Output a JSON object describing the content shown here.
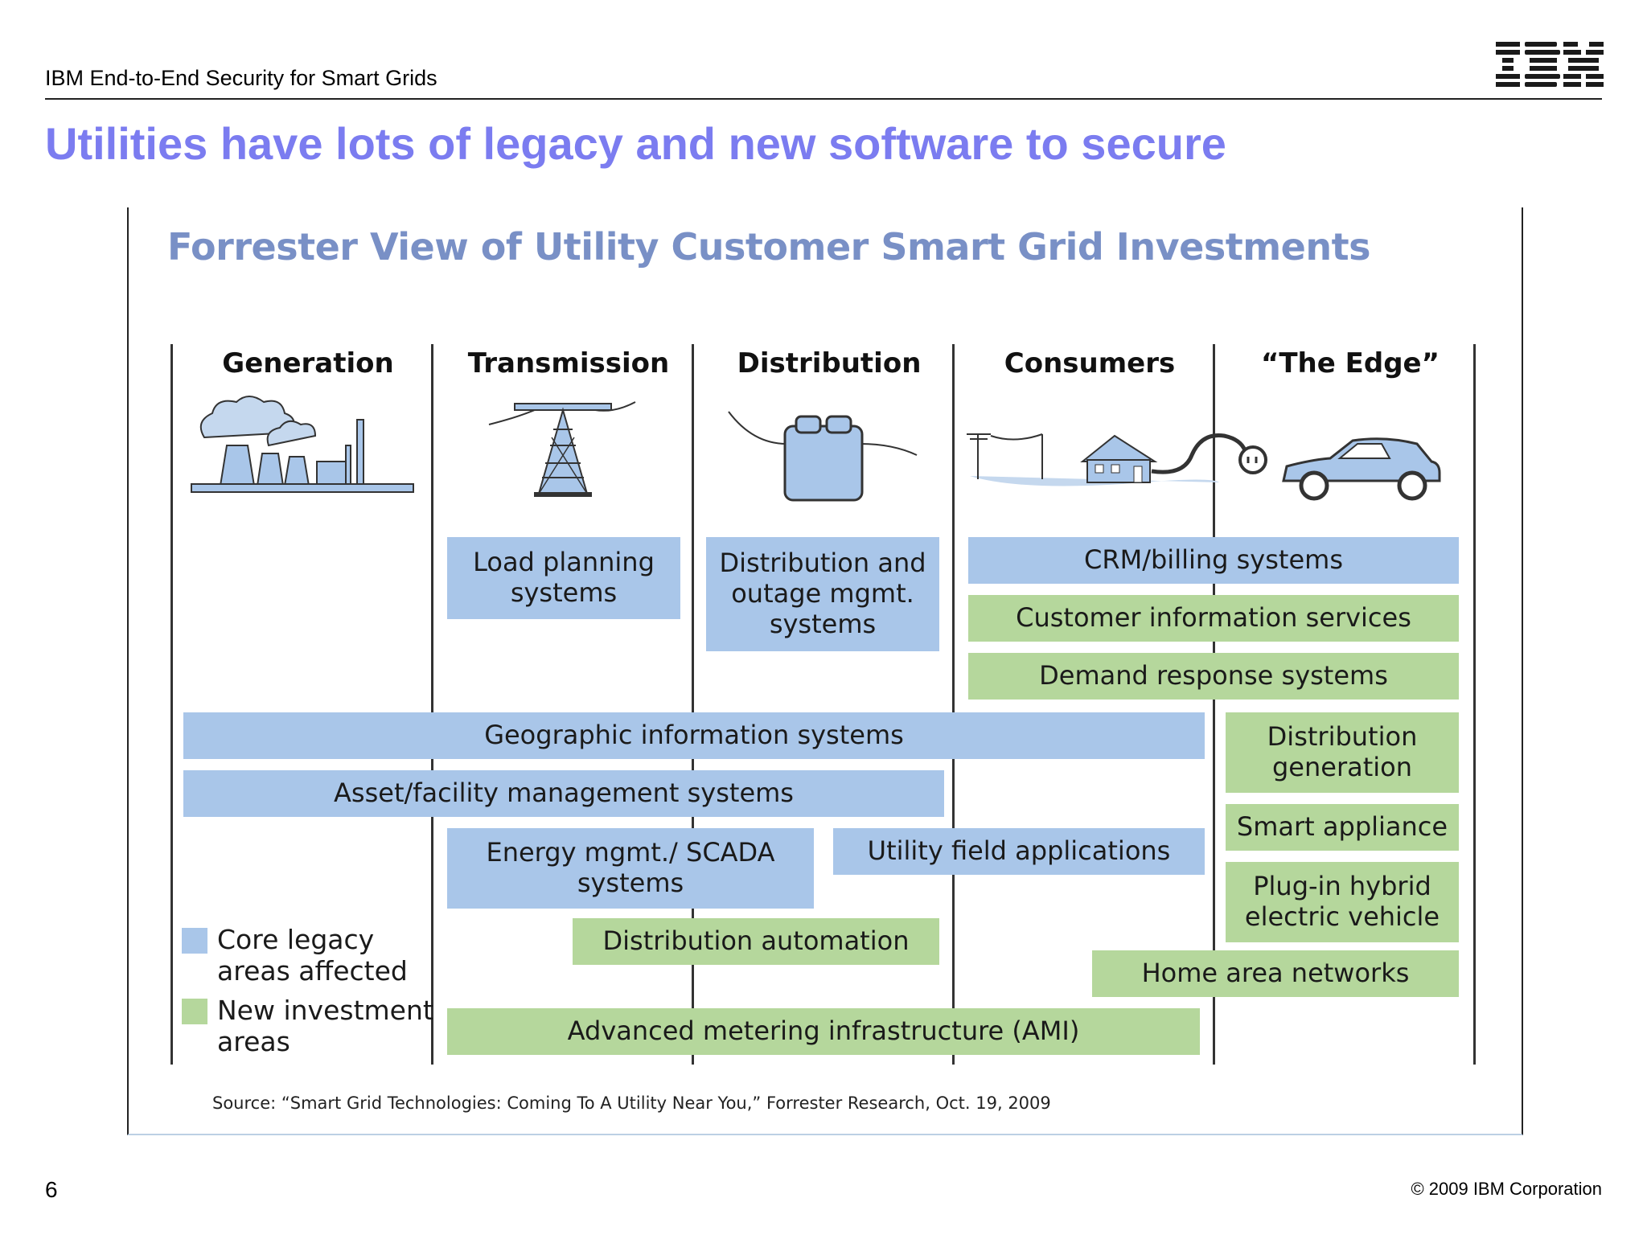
{
  "header": {
    "text": "IBM End-to-End Security for Smart Grids",
    "logo_text": "IBM"
  },
  "slide_title": "Utilities have lots of legacy and new software to secure",
  "figure": {
    "title": "Forrester View of Utility Customer Smart Grid Investments",
    "columns": [
      "Generation",
      "Transmission",
      "Distribution",
      "Consumers",
      "“The Edge”"
    ],
    "icons": [
      "power-plant-icon",
      "transmission-tower-icon",
      "transformer-icon",
      "house-power-line-icon",
      "car-plug-icon"
    ],
    "boxes": {
      "load_planning": "Load planning systems",
      "dist_outage": "Distribution and outage mgmt. systems",
      "crm_billing": "CRM/billing systems",
      "customer_info": "Customer information services",
      "demand_response": "Demand response systems",
      "gis": "Geographic information systems",
      "dist_generation": "Distribution generation",
      "asset_facility": "Asset/facility management systems",
      "smart_appliance": "Smart appliance",
      "energy_scada": "Energy mgmt./ SCADA systems",
      "field_apps": "Utility field applications",
      "plugin_hybrid": "Plug-in hybrid electric vehicle",
      "dist_automation": "Distribution automation",
      "home_area": "Home area networks",
      "ami": "Advanced metering infrastructure (AMI)"
    },
    "legend": {
      "core": "Core legacy areas affected",
      "new": "New investment areas"
    },
    "colors": {
      "core": "#a9c6e9",
      "new": "#b5d79c",
      "title": "#7b7cf0"
    },
    "source": "Source: “Smart Grid Technologies: Coming To A Utility Near You,” Forrester Research, Oct. 19, 2009"
  },
  "footer": {
    "page": "6",
    "copyright": "© 2009 IBM Corporation"
  }
}
